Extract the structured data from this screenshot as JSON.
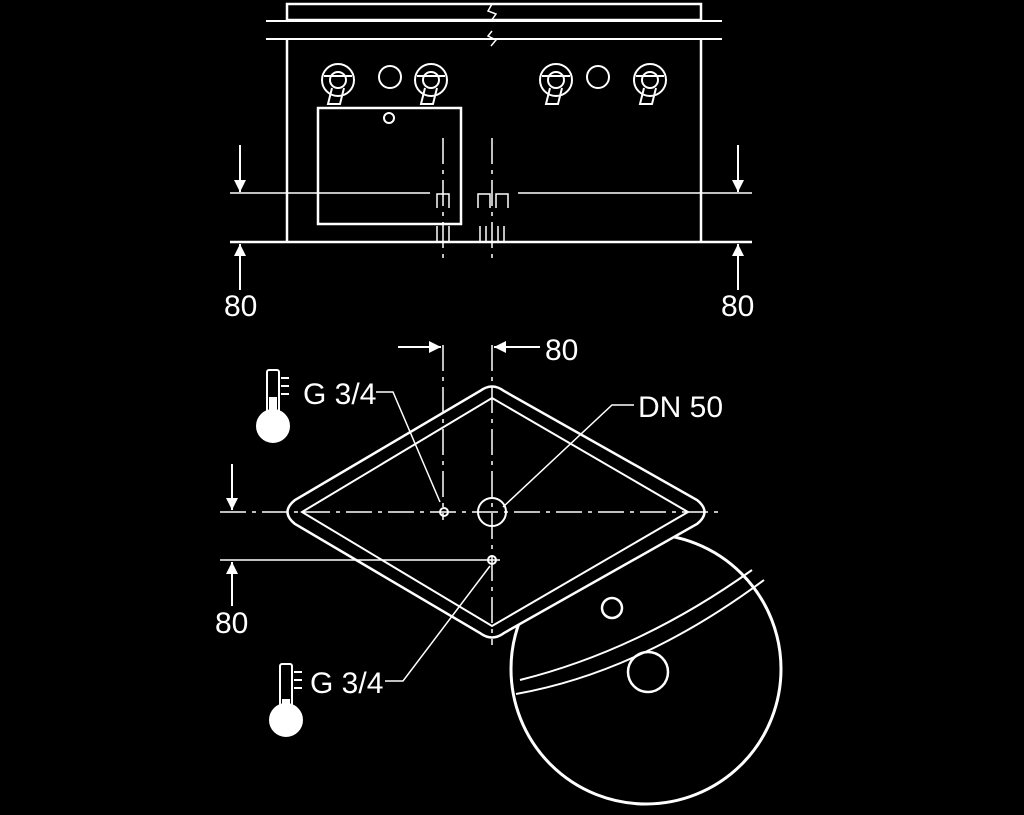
{
  "colors": {
    "background": "#000000",
    "line": "#ffffff"
  },
  "dimensions": {
    "elevation_left": "80",
    "elevation_right": "80",
    "plan_horizontal": "80",
    "plan_vertical": "80"
  },
  "callouts": {
    "inlet_upper": "G 3/4",
    "inlet_lower": "G 3/4",
    "drain": "DN 50"
  },
  "icons": {
    "hot_water": "thermometer-icon",
    "cold_water": "thermometer-icon"
  }
}
